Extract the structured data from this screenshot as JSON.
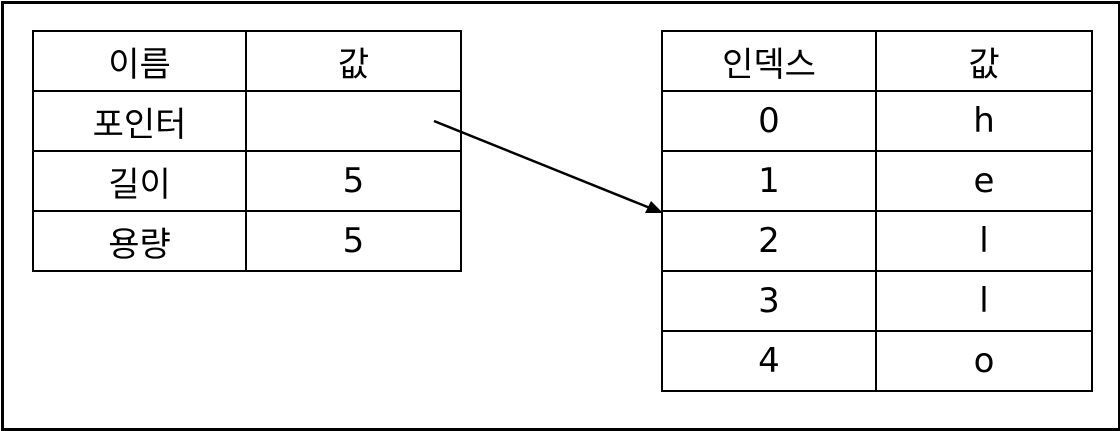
{
  "left_table": {
    "headers": [
      "이름",
      "값"
    ],
    "rows": [
      {
        "name": "포인터",
        "value": ""
      },
      {
        "name": "길이",
        "value": "5"
      },
      {
        "name": "용량",
        "value": "5"
      }
    ]
  },
  "right_table": {
    "headers": [
      "인덱스",
      "값"
    ],
    "rows": [
      {
        "index": "0",
        "value": "h"
      },
      {
        "index": "1",
        "value": "e"
      },
      {
        "index": "2",
        "value": "l"
      },
      {
        "index": "3",
        "value": "l"
      },
      {
        "index": "4",
        "value": "o"
      }
    ]
  },
  "colors": {
    "line": "#000000",
    "background": "#ffffff"
  }
}
